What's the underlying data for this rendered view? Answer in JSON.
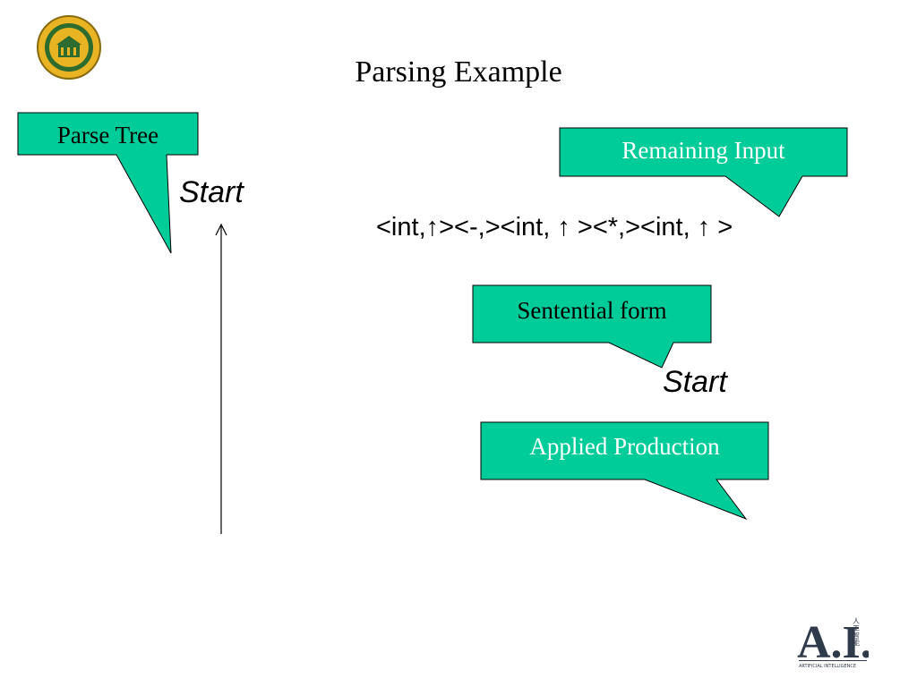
{
  "slide": {
    "title": "Parsing Example",
    "start_tree": "Start",
    "input_string": "<int,↑><-,><int, ↑ ><*,><int, ↑ >",
    "start_form": "Start"
  },
  "callouts": {
    "parse_tree": "Parse Tree",
    "remaining_input": "Remaining Input",
    "sentential_form": "Sentential form",
    "applied_production": "Applied Production"
  },
  "logos": {
    "ai_small_text": "ARTIFICIAL INTELLIGENCE",
    "ai_cjk": "人工智能"
  },
  "colors": {
    "callout_fill": "#00CC99",
    "callout_text_light": "#ffffff",
    "callout_text_dark": "#000000",
    "logo_gold": "#E8B423",
    "logo_green": "#2E6B2E"
  }
}
